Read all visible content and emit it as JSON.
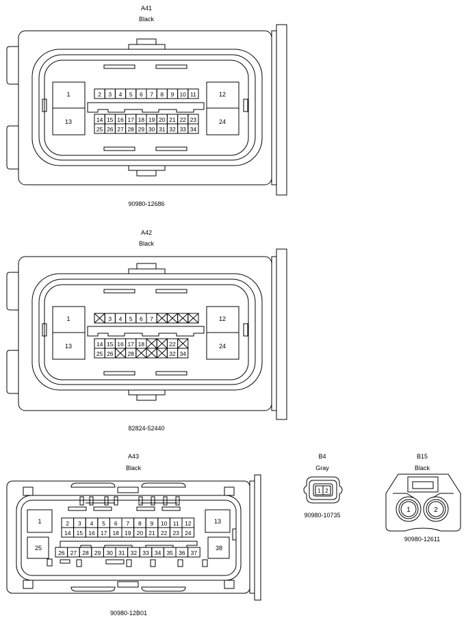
{
  "connectors": [
    {
      "id": "A41",
      "color": "Black",
      "part_number": "90980-12686",
      "row1": [
        "2",
        "3",
        "4",
        "5",
        "6",
        "7",
        "8",
        "9",
        "10",
        "11"
      ],
      "row2": [
        "14",
        "15",
        "16",
        "17",
        "18",
        "19",
        "20",
        "21",
        "22",
        "23"
      ],
      "row3": [
        "25",
        "26",
        "27",
        "28",
        "29",
        "30",
        "31",
        "32",
        "33",
        "34"
      ],
      "big_left": [
        "1",
        "13"
      ],
      "big_right": [
        "12",
        "24"
      ]
    },
    {
      "id": "A42",
      "color": "Black",
      "part_number": "82824-52440",
      "row1": [
        "X",
        "3",
        "4",
        "5",
        "6",
        "7",
        "X",
        "X",
        "X",
        "X"
      ],
      "row2": [
        "14",
        "15",
        "16",
        "17",
        "18",
        "X",
        "X",
        "22",
        "X"
      ],
      "row3": [
        "25",
        "26",
        "X",
        "28",
        "X",
        "X",
        "X",
        "32",
        "34"
      ],
      "big_left": [
        "1",
        "13"
      ],
      "big_right": [
        "12",
        "24"
      ]
    },
    {
      "id": "A43",
      "color": "Black",
      "part_number": "90980-12B01",
      "row1": [
        "2",
        "3",
        "4",
        "5",
        "6",
        "7",
        "8",
        "9",
        "10",
        "11",
        "12"
      ],
      "row2": [
        "14",
        "15",
        "16",
        "17",
        "18",
        "19",
        "20",
        "21",
        "22",
        "23",
        "24"
      ],
      "row3": [
        "26",
        "27",
        "28",
        "29",
        "30",
        "31",
        "32",
        "33",
        "34",
        "35",
        "36",
        "37"
      ],
      "big_left": [
        "1",
        "25"
      ],
      "big_right": [
        "13",
        "38"
      ]
    },
    {
      "id": "B4",
      "color": "Gray",
      "part_number": "90980-10735",
      "pins": [
        "1",
        "2"
      ]
    },
    {
      "id": "B15",
      "color": "Black",
      "part_number": "90980-12611",
      "pins": [
        "1",
        "2"
      ]
    }
  ]
}
